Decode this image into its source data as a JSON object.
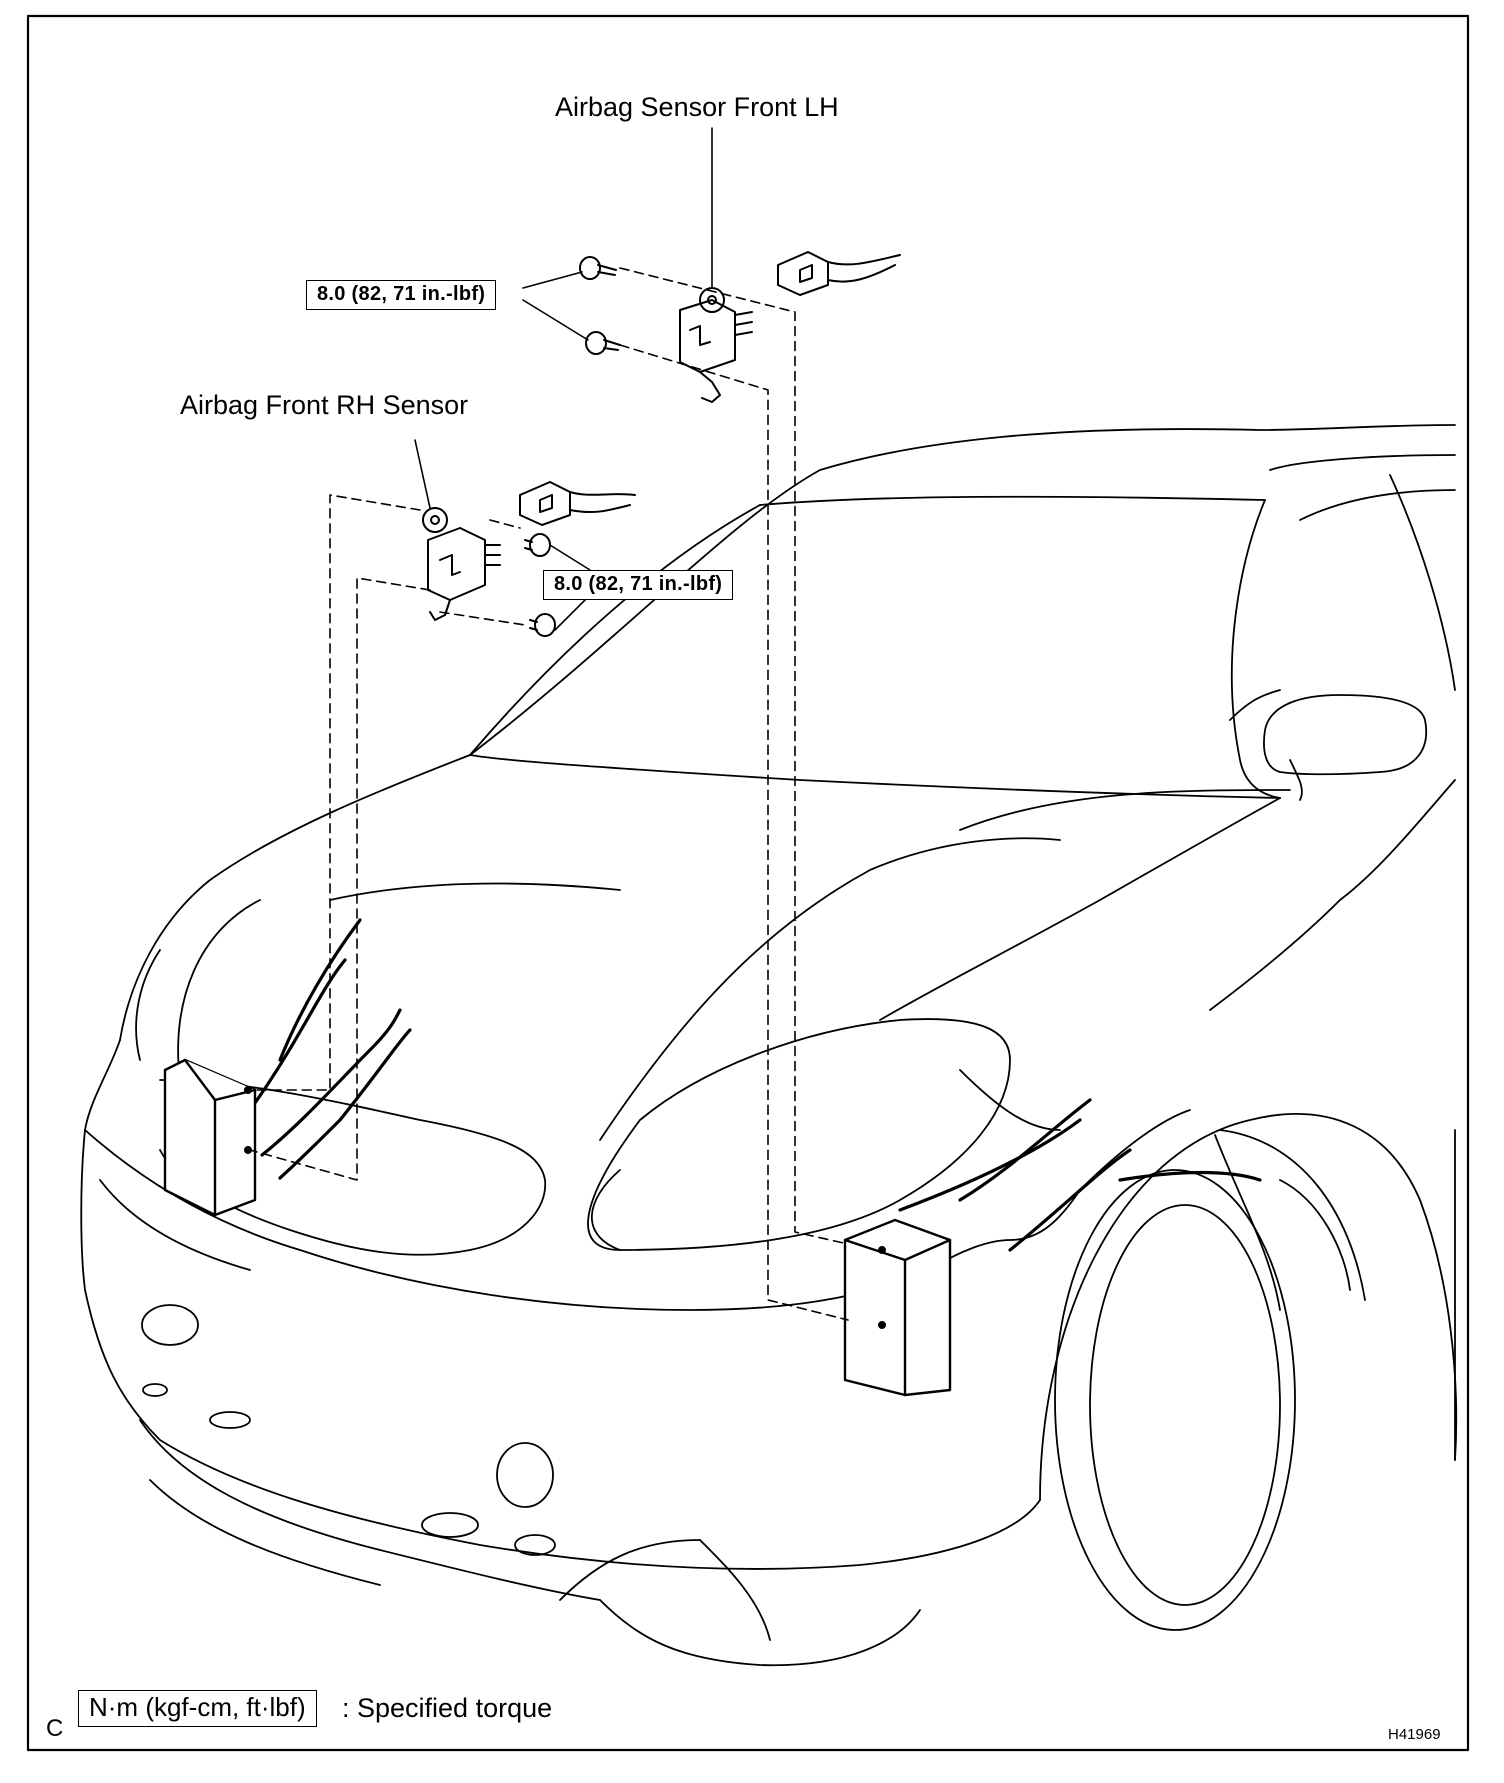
{
  "labels": {
    "sensor_lh": "Airbag Sensor Front LH",
    "sensor_rh": "Airbag Front RH Sensor",
    "torque_lh": "8.0 (82, 71 in.-lbf)",
    "torque_rh": "8.0 (82, 71 in.-lbf)"
  },
  "legend": {
    "corner_mark": "C",
    "unit_box": "N·m (kgf-cm, ft·lbf)",
    "meaning": ": Specified torque"
  },
  "figure_id": "H41969"
}
